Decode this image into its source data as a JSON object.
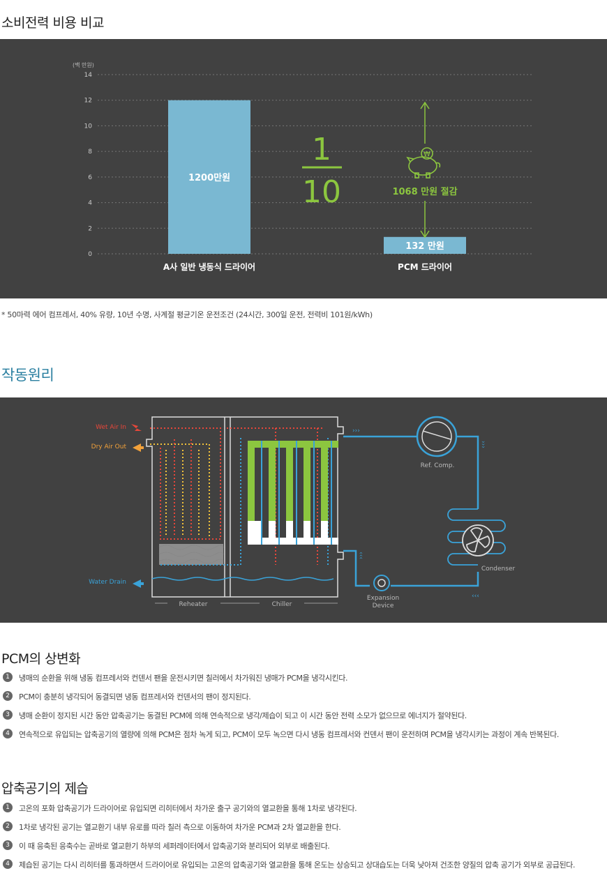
{
  "section1": {
    "title": "소비전력 비용 비교"
  },
  "chart_data": {
    "type": "bar",
    "unit_label": "(백 만원)",
    "y_ticks": [
      "0",
      "2",
      "4",
      "6",
      "8",
      "10",
      "12",
      "14"
    ],
    "ylim": [
      0,
      14
    ],
    "categories": [
      "A사 일반 냉동식 드라이어",
      "PCM 드라이어"
    ],
    "values": [
      12,
      1.32
    ],
    "bar_labels": [
      "1200만원",
      "132 만원"
    ],
    "ratio_numerator": "1",
    "ratio_denominator": "10",
    "savings_label": "1068 만원 절감",
    "grid": true,
    "colors": {
      "bar": "#7ab8d2",
      "accent": "#8cc63f",
      "background": "#414141"
    }
  },
  "footnote": "* 50마력 에어 컴프레서, 40% 유량, 10년 수명, 사계절 평균기온 운전조건 (24시간, 300일 운전, 전력비 101원/kWh)",
  "section2": {
    "title": "작동원리"
  },
  "diagram": {
    "wet_air_in": "Wet Air In",
    "dry_air_out": "Dry Air Out",
    "water_drain": "Water Drain",
    "reheater": "Reheater",
    "chiller": "Chiller",
    "ref_comp": "Ref. Comp.",
    "condenser": "Condenser",
    "expansion_1": "Expansion",
    "expansion_2": "Device",
    "colors": {
      "wet": "#e8473a",
      "dry": "#f2a13a",
      "water": "#3aa3d9",
      "pcm": "#8cc63f"
    }
  },
  "section3": {
    "title": "PCM의 상변화",
    "items": [
      {
        "n": "1",
        "text": "냉매의 순환을 위해 냉동 컴프레서와 컨덴서 팬을 운전시키면 칠러에서 차가워진 냉매가 PCM을 냉각시킨다."
      },
      {
        "n": "2",
        "text": "PCM이 충분히 냉각되어 동결되면 냉동 컴프레서와 컨덴서의 팬이 정지된다."
      },
      {
        "n": "3",
        "text": "냉매 순환이 정지된 시간 동안 압축공기는 동결된 PCM에 의해 연속적으로 냉각/제습이 되고 이 시간 동안 전력 소모가 없으므로 에너지가 절약된다."
      },
      {
        "n": "4",
        "text": "연속적으로 유입되는 압축공기의 열량에 의해 PCM은 점차 녹게 되고, PCM이 모두 녹으면 다시 냉동 컴프레서와 컨덴서 팬이 운전하며 PCM을 냉각시키는 과정이 계속 반복된다."
      }
    ]
  },
  "section4": {
    "title": "압축공기의 제습",
    "items": [
      {
        "n": "1",
        "text": "고온의 포화 압축공기가 드라이어로 유입되면 리히터에서 차가운 출구 공기와의 열교환을 통해 1차로 냉각된다."
      },
      {
        "n": "2",
        "text": "1차로 냉각된 공기는 열교환기 내부 유로를 따라 칠러 측으로 이동하여 차가운 PCM과 2차 열교환을 한다."
      },
      {
        "n": "3",
        "text": "이 때 응축된 응축수는 곧바로 열교환기 하부의 세퍼레이터에서 압축공기와 분리되어 외부로 배출된다."
      },
      {
        "n": "4",
        "text": "제습된 공기는 다시 리히터를 통과하면서 드라이어로 유입되는 고온의 압축공기와 열교환을 통해 온도는 상승되고 상대습도는 더욱 낮아져 건조한 양질의 압축 공기가 외부로 공급된다."
      }
    ]
  }
}
